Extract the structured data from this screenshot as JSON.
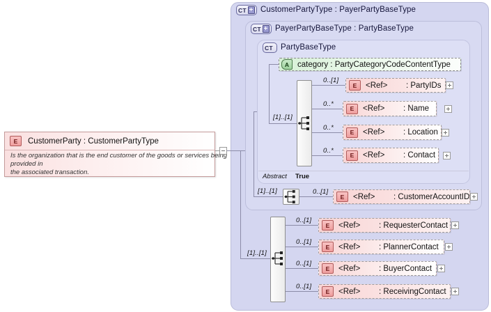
{
  "diagram": {
    "title": "XSD complexType diagram for CustomerPartyType",
    "root_element": {
      "badge": "E",
      "title": "CustomerParty : CustomerPartyType",
      "doc_lines": [
        "Is the organization that is the end customer of the goods or services being",
        "provided in",
        "the associated transaction."
      ],
      "collapse_icon": "minus-box"
    },
    "panels": [
      {
        "badge": "CT+",
        "title": "CustomerPartyType : PayerPartyBaseType"
      },
      {
        "badge": "CT+",
        "title": "PayerPartyBaseType : PartyBaseType"
      },
      {
        "badge": "CT",
        "title": "PartyBaseType"
      }
    ],
    "attribute": {
      "badge": "A",
      "label": "category : PartyCategoryCodeContentType"
    },
    "abstract": {
      "label": "Abstract",
      "value": "True"
    },
    "sequences": [
      {
        "name": "party-base-sequence",
        "cardinality": "[1]..[1]"
      },
      {
        "name": "payer-base-sequence",
        "cardinality": "[1]..[1]"
      },
      {
        "name": "customer-party-sequence",
        "cardinality": "[1]..[1]"
      }
    ],
    "groups": [
      {
        "name": "party-base-elements",
        "rows": [
          {
            "badge": "E",
            "ref": "<Ref>",
            "name": ": PartyIDs",
            "cardinality": "0..[1]",
            "fill": "solid",
            "expander": true
          },
          {
            "badge": "E",
            "ref": "<Ref>",
            "name": ": Name",
            "cardinality": "0..*",
            "fill": "fade",
            "expander": true
          },
          {
            "badge": "E",
            "ref": "<Ref>",
            "name": ": Location",
            "cardinality": "0..*",
            "fill": "fade",
            "expander": true
          },
          {
            "badge": "E",
            "ref": "<Ref>",
            "name": ": Contact",
            "cardinality": "0..*",
            "fill": "fade",
            "expander": true
          }
        ]
      },
      {
        "name": "payer-base-elements",
        "rows": [
          {
            "badge": "E",
            "ref": "<Ref>",
            "name": ": CustomerAccountID",
            "cardinality": "0..[1]",
            "fill": "solid",
            "expander": true
          }
        ]
      },
      {
        "name": "customer-party-elements",
        "rows": [
          {
            "badge": "E",
            "ref": "<Ref>",
            "name": ": RequesterContact",
            "cardinality": "0..[1]",
            "fill": "solid",
            "expander": true
          },
          {
            "badge": "E",
            "ref": "<Ref>",
            "name": ": PlannerContact",
            "cardinality": "0..[1]",
            "fill": "fade",
            "expander": true
          },
          {
            "badge": "E",
            "ref": "<Ref>",
            "name": ": BuyerContact",
            "cardinality": "0..[1]",
            "fill": "fade",
            "expander": true
          },
          {
            "badge": "E",
            "ref": "<Ref>",
            "name": ": ReceivingContact",
            "cardinality": "0..[1]",
            "fill": "solid",
            "expander": true
          }
        ]
      }
    ],
    "colors": {
      "panel_1": "#d4d6f0",
      "panel_2": "#d8daf2",
      "panel_3": "#dddff5",
      "element_pink": "#f8d5d5",
      "attribute_green": "#d6f0d6",
      "connector": "#8c8ca8"
    }
  }
}
